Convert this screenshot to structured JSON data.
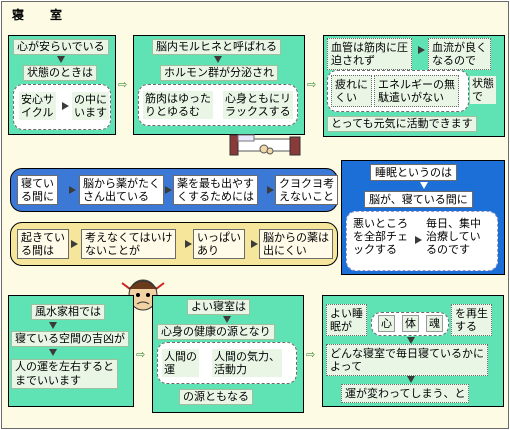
{
  "title": "寝　室",
  "p1": {
    "l1": "心が安らいでいる",
    "l2": "状態のときは",
    "a": "安心サ\nイクル",
    "b": "の中に\nいます"
  },
  "p2": {
    "l1": "脳内モルヒネと呼ばれる",
    "l2": "ホルモン群が分泌され",
    "a": "筋肉はゆった\nりとゆるむ",
    "b": "心身ともにリ\nラックスする"
  },
  "p3": {
    "a": "血管は筋肉に圧\n迫されず",
    "b": "血流が良く\nなるので",
    "c": "疲れに\nくい",
    "d": "エネルギーの無\n駄遣いがない",
    "e": "状態\nで",
    "f": "とっても元気に活動できます"
  },
  "b1": [
    "寝てい\nる間に",
    "脳から薬がたく\nさん出ている",
    "薬を最も出やす\nくするためには",
    "クヨクヨ考\nえないこと"
  ],
  "b2": [
    "起きてい\nる間は",
    "考えなくてはいけ\nないことが",
    "いっぱい\nあり",
    "脳からの薬は\n出にくい"
  ],
  "p4": {
    "l1": "睡眠というのは",
    "l2": "脳が、寝ている間に",
    "a": "悪いところ\nを全部チェ\nックする",
    "b": "毎日、集中\n治療してい\nるのです"
  },
  "p5": {
    "l1": "風水家相では",
    "l2": "寝ている空間の吉凶が",
    "l3": "人の運を左右すると\nまでいいます"
  },
  "p6": {
    "l1": "よい寝室は",
    "l2": "心身の健康の源となり",
    "a": "人間の\n運",
    "b": "人間の気力、\n活動力",
    "l3": "の源ともなる"
  },
  "p7": {
    "a": "よい睡\n眠が",
    "k1": "心",
    "k2": "体",
    "k3": "魂",
    "b": "を再生\nする",
    "c": "どんな寝室で毎日寝ているかに\nよって",
    "d": "運が変わってしまう、と"
  }
}
